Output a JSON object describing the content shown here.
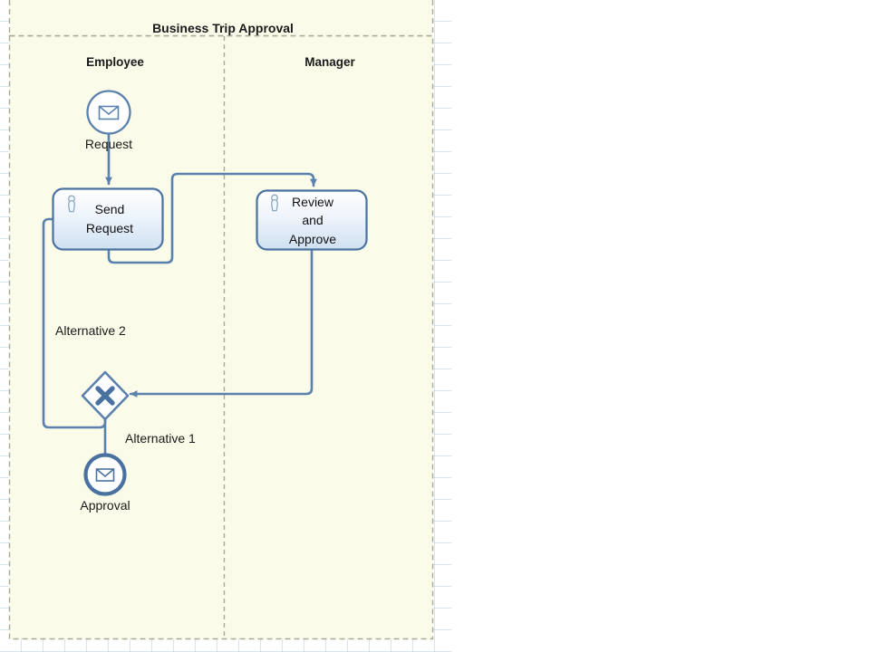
{
  "diagram": {
    "title": "Business Trip Approval",
    "type": "bpmn-collaboration",
    "pool_fill": "#fbfbea",
    "pool_border": "#a8ab92",
    "flow_color": "#5b82ad",
    "shape_border": "#5b82ad",
    "lanes": [
      {
        "id": "lane-employee",
        "label": "Employee"
      },
      {
        "id": "lane-manager",
        "label": "Manager"
      }
    ],
    "events": [
      {
        "id": "start-request",
        "kind": "message-start-event",
        "label": "Request",
        "icon": "envelope-icon",
        "lane": "Employee"
      },
      {
        "id": "end-approval",
        "kind": "message-end-event",
        "label": "Approval",
        "icon": "envelope-icon",
        "lane": "Employee"
      }
    ],
    "tasks": [
      {
        "id": "task-send-request",
        "kind": "user-task",
        "icon": "user-icon",
        "lane": "Employee",
        "lines": [
          "Send",
          "Request"
        ]
      },
      {
        "id": "task-review-approve",
        "kind": "user-task",
        "icon": "user-icon",
        "lane": "Manager",
        "lines": [
          "Review",
          "and",
          "Approve"
        ]
      }
    ],
    "gateways": [
      {
        "id": "gateway-exclusive",
        "kind": "exclusive-gateway",
        "marker": "X",
        "lane": "Employee"
      }
    ],
    "flow_labels": [
      {
        "id": "flow-label-alt-2",
        "text": "Alternative 2"
      },
      {
        "id": "flow-label-alt-1",
        "text": "Alternative 1"
      }
    ]
  }
}
